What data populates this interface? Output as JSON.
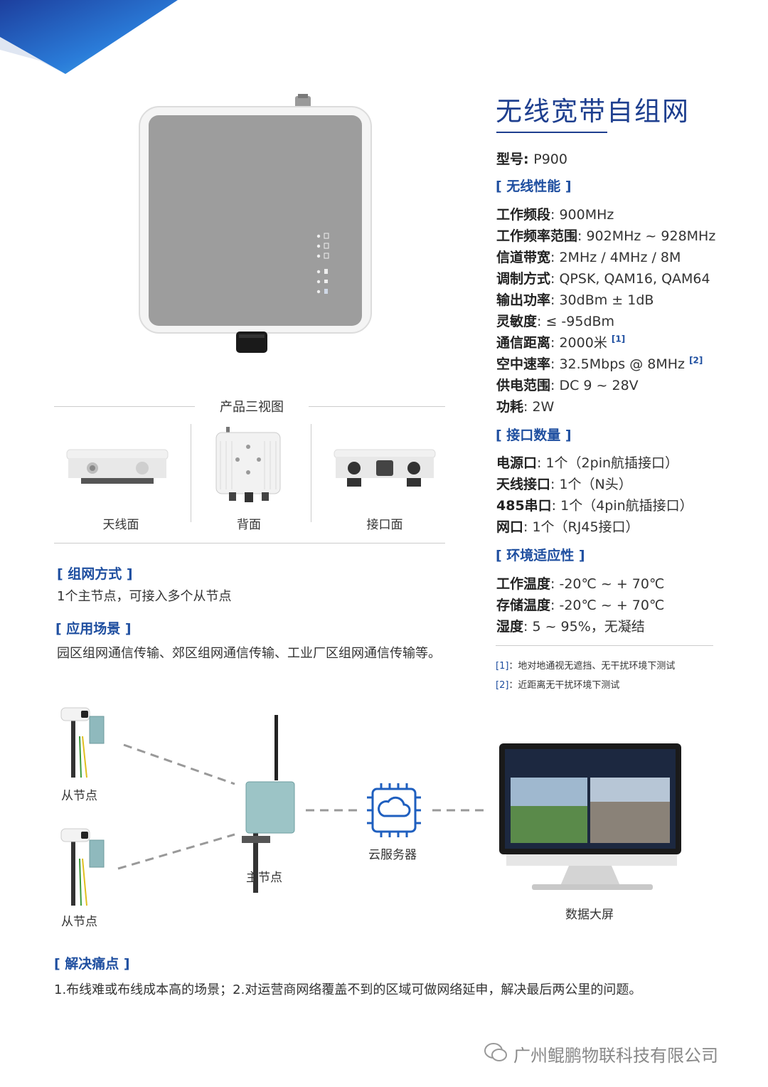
{
  "product": {
    "title": "无线宽带自组网",
    "model_label": "型号",
    "model_value": "P900"
  },
  "wireless_section": {
    "tag": "[ 无线性能 ]",
    "specs": [
      {
        "label": "工作频段",
        "value": "900MHz",
        "ref": ""
      },
      {
        "label": "工作频率范围",
        "value": "902MHz ~ 928MHz",
        "ref": ""
      },
      {
        "label": "信道带宽",
        "value": "2MHz / 4MHz / 8M",
        "ref": ""
      },
      {
        "label": "调制方式",
        "value": "QPSK, QAM16, QAM64",
        "ref": ""
      },
      {
        "label": "输出功率",
        "value": "30dBm ± 1dB",
        "ref": ""
      },
      {
        "label": "灵敏度",
        "value": "≤ -95dBm",
        "ref": ""
      },
      {
        "label": "通信距离",
        "value": "2000米",
        "ref": "[1]"
      },
      {
        "label": "空中速率",
        "value": "32.5Mbps @ 8MHz",
        "ref": "[2]"
      },
      {
        "label": "供电范围",
        "value": "DC 9 ~ 28V",
        "ref": ""
      },
      {
        "label": "功耗",
        "value": "2W",
        "ref": ""
      }
    ]
  },
  "interface_section": {
    "tag": "[ 接口数量 ]",
    "specs": [
      {
        "label": "电源口",
        "value": "1个（2pin航插接口）"
      },
      {
        "label": "天线接口",
        "value": "1个（N头）"
      },
      {
        "label": "485串口",
        "value": "1个（4pin航插接口）"
      },
      {
        "label": "网口",
        "value": "1个（RJ45接口）"
      }
    ]
  },
  "environment_section": {
    "tag": "[ 环境适应性 ]",
    "specs": [
      {
        "label": "工作温度",
        "value": "-20℃ ~ + 70℃"
      },
      {
        "label": "存储温度",
        "value": "-20℃ ~ + 70℃"
      },
      {
        "label": "湿度",
        "value": "5 ~ 95%，无凝结"
      }
    ]
  },
  "notes": [
    {
      "ref": "[1]",
      "text": "：地对地通视无遮挡、无干扰环境下测试"
    },
    {
      "ref": "[2]",
      "text": "：近距离无干扰环境下测试"
    }
  ],
  "views": {
    "title": "产品三视图",
    "items": [
      "天线面",
      "背面",
      "接口面"
    ]
  },
  "networking": {
    "tag": "[ 组网方式 ]",
    "text": "1个主节点，可接入多个从节点"
  },
  "application": {
    "tag": "[ 应用场景 ]",
    "text": "园区组网通信传输、郊区组网通信传输、工业厂区组网通信传输等。"
  },
  "diagram": {
    "slave1": "从节点",
    "slave2": "从节点",
    "master": "主节点",
    "cloud": "云服务器",
    "screen": "数据大屏"
  },
  "pain_points": {
    "tag": "[ 解决痛点 ]",
    "text": "1.布线难或布线成本高的场景；2.对运营商网络覆盖不到的区域可做网络延申，解决最后两公里的问题。"
  },
  "footer": {
    "company": "广州鲲鹏物联科技有限公司"
  },
  "colors": {
    "brand_blue": "#1e3f8f",
    "accent_blue": "#1f4fa0",
    "light_blue": "#3fa2e6"
  }
}
